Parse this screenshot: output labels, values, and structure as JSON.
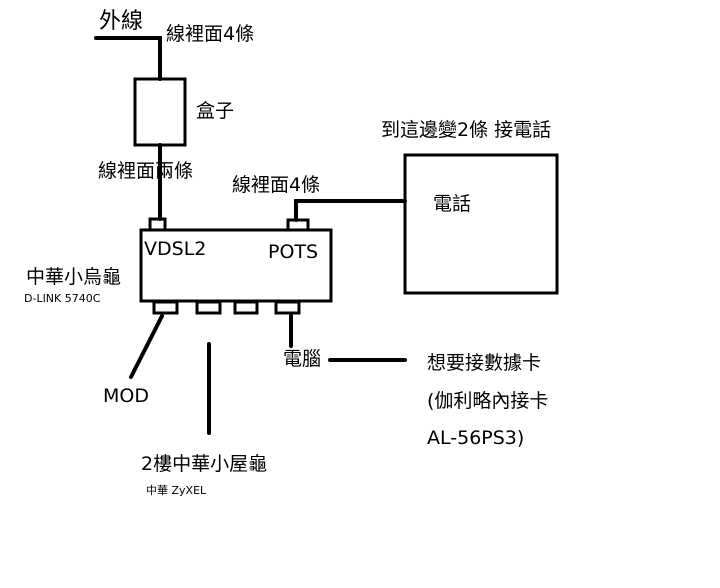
{
  "labels": {
    "outside_line": "外線",
    "four_wires_top": "線裡面4條",
    "box": "盒子",
    "two_wires": "線裡面兩條",
    "four_wires_right": "線裡面4條",
    "to_here_phone": "到這邊變2條 接電話",
    "phone": "電話",
    "vdsl2": "VDSL2",
    "pots": "POTS",
    "cht_turtle": "中華小烏龜",
    "dlink_model": "D-LINK 5740C",
    "mod": "MOD",
    "computer": "電腦",
    "want_data_card": "想要接數據卡",
    "card_line1": "(伽利略內接卡",
    "card_line2": "AL-56PS3)",
    "floor2_turtle": "2樓中華小屋龜",
    "zyxel": "中華 ZyXEL"
  },
  "colors": {
    "stroke": "#000000",
    "background": "#ffffff"
  }
}
